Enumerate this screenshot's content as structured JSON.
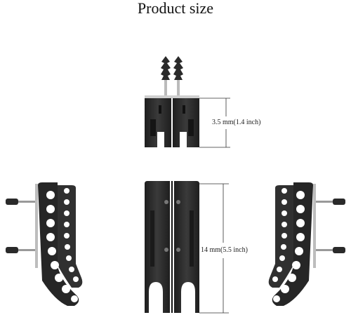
{
  "title": "Product size",
  "dimensions": {
    "top_bracket": "3.5 mm(1.4 inch)",
    "main_bracket": "14 mm(5.5 inch)"
  },
  "colors": {
    "bracket": "#2b2b2b",
    "bracket_dark": "#1c1c1c",
    "screw": "#3a3a3a",
    "metal": "#b9b9b9",
    "line": "#333333"
  }
}
